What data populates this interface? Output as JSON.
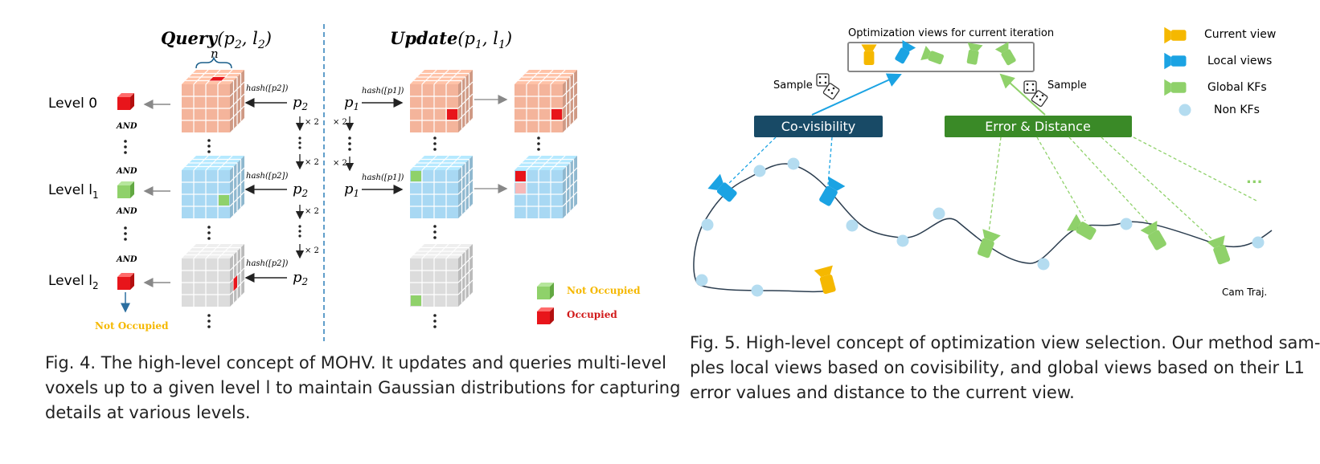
{
  "fig4": {
    "query_title": "Query(p2, l2)",
    "query_title_main": "Query",
    "query_title_args": "(p",
    "query_title_sub1": "2",
    "query_title_mid": ", l",
    "query_title_sub2": "2",
    "query_title_close": ")",
    "update_title_main": "Update",
    "update_title_args": "(p",
    "update_title_sub1": "1",
    "update_title_mid": ", l",
    "update_title_sub2": "1",
    "update_title_close": ")",
    "brace_label": "n",
    "levels": [
      {
        "label": "Level 0",
        "sub": ""
      },
      {
        "label": "Level l",
        "sub": "1"
      },
      {
        "label": "Level l",
        "sub": "2"
      }
    ],
    "and_label": "AND",
    "hash_p2": "hash([p2])",
    "hash_p1": "hash([p1])",
    "p2": "p",
    "p2_sub": "2",
    "p1": "p",
    "p1_sub": "1",
    "times2": "× 2",
    "not_occupied_below": "Not Occupied",
    "legend": [
      {
        "label": "Not Occupied",
        "color": "#f5c400",
        "cube": "#8fd16a"
      },
      {
        "label": "Occupied",
        "color": "#d11a1a",
        "cube": "#e8151b"
      }
    ],
    "colors": {
      "orange": "#f4b49b",
      "blue": "#a8d8f3",
      "gray": "#dcdcdc",
      "red": "#e8151b",
      "green": "#8fd16a",
      "divider": "#2c7fb8"
    }
  },
  "fig5": {
    "top_label": "Optimization views for current iteration",
    "sample_left": "Sample",
    "sample_right": "Sample",
    "covis": "Co-visibility",
    "error_dist": "Error & Distance",
    "legend": [
      {
        "label": "Current view",
        "color": "#f5b800"
      },
      {
        "label": "Local views",
        "color": "#1ba3e3"
      },
      {
        "label": "Global KFs",
        "color": "#8fd16a"
      },
      {
        "label": "Non KFs",
        "color": "#b4dcf0"
      }
    ],
    "ellipsis": "...",
    "traj_label": "Cam Traj.",
    "colors": {
      "covis_box": "#184a66",
      "error_box": "#3a8a27"
    }
  },
  "captions": {
    "fig4_lines": [
      "Fig. 4.  The high-level concept of MOHV. It updates and queries multi-level",
      "voxels up to a given level l to maintain Gaussian distributions for capturing",
      "details at various levels."
    ],
    "fig5_lines": [
      "Fig. 5.  High-level concept of optimization view selection. Our method sam-",
      "ples local views based on covisibility, and global views based on their L1",
      "error values and distance to the current view."
    ]
  }
}
